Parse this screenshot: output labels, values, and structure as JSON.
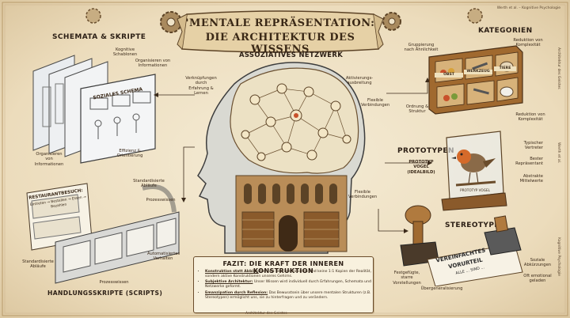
{
  "header": {
    "title_line1": "'MENTALE REPRÄSENTATION:",
    "title_line2": "DIE ARCHITEKTUR DES WISSENS",
    "corner_note": "Werth et al. – Kognitive Psychologie"
  },
  "center": {
    "title": "ASSOZIATIVES NETZWERK",
    "label_connections": "Verknüpfungen durch Erfahrung & Lernen",
    "label_activation": "Aktivierungs-ausbreitung",
    "label_flexible_top": "Flexible Verbindungen",
    "label_flexible_bottom": "Flexible Verbindungen"
  },
  "schemata": {
    "title": "SCHEMATA & SKRIPTE",
    "label_templates": "Kognitive Schablonen",
    "label_organize_top": "Organisieren von Informationen",
    "board_title": "SOZIALES SCHEMA",
    "label_organize_bottom": "Organisieren von Informationen",
    "label_efficiency": "Effizienz & Orientierung"
  },
  "scripts": {
    "title": "HANDLUNGSSKRIPTE (SCRIPTS)",
    "card_title": "RESTAURANTBESUCH:",
    "card_steps": "Eintreten → Bestellen → Essen → Bezahlen",
    "label_standard_top": "Standardisierte Abläufe",
    "label_process_top": "Prozesswissen",
    "label_standard_bottom": "Standardisierte Abläufe",
    "label_auto": "Automatisiertes Verhalten",
    "label_process_bottom": "Prozesswissen"
  },
  "categories": {
    "title": "KATEGORIEN",
    "label_grouping": "Gruppierung nach Ähnlichkeit",
    "label_reduction_top": "Reduktion von Komplexität",
    "label_order": "Ordnung & Struktur",
    "label_reduction_bottom": "Reduktion von Komplexität",
    "box_labels": [
      "OBST",
      "WERKZEUG",
      "TIERE"
    ],
    "side_note": "Architektur des Geistes"
  },
  "prototypes": {
    "title": "PROTOTYPEN",
    "caption": "PROTOTYP VOGEL (IDEALBILD)",
    "label_typical": "Typischer Vertreter",
    "label_best": "Bester Repräsentant",
    "label_abstract": "Abstrakte Mittelwerte",
    "plaque": "PROTOTYP VOGEL",
    "side_note": "Werth et al."
  },
  "stereotypes": {
    "title": "STEREOTYPEN",
    "stamp_line1": "VEREINFACHTES",
    "stamp_line2": "VORURTEIL",
    "stamp_line3": "ALLE ... SIND ...",
    "label_fixed": "Festgefügte, starre Vorstellungen",
    "label_over": "Übergeneralisierung",
    "label_social": "Soziale Abkürzungen",
    "label_emotional": "Oft emotional geladen",
    "side_note": "Kognitive Psychologie"
  },
  "fazit": {
    "title": "FAZIT: DIE KRAFT DER INNEREN KONSTRUKTION",
    "items": [
      {
        "lead": "Konstruktion statt Abbild:",
        "text": " Mentale Repräsentationen sind keine 1:1 Kopien der Realität, sondern aktive Konstruktionen unseres Gehirns."
      },
      {
        "lead": "Subjektive Architektur:",
        "text": " Unser Wissen wird individuell durch Erfahrungen, Schemata und Netzwerke geformt."
      },
      {
        "lead": "Emanzipation durch Reflexion:",
        "text": " Das Bewusstsein über unsere mentalen Strukturen (z.B. Stereotypen) ermöglicht uns, sie zu hinterfragen und zu verändern."
      }
    ]
  },
  "footer": {
    "left_note": "Architektur des Geistes"
  },
  "colors": {
    "parchment": "#efe3c8",
    "ink": "#3b2a1a",
    "wood": "#8a5a2b",
    "accent_red": "#c8502a"
  }
}
